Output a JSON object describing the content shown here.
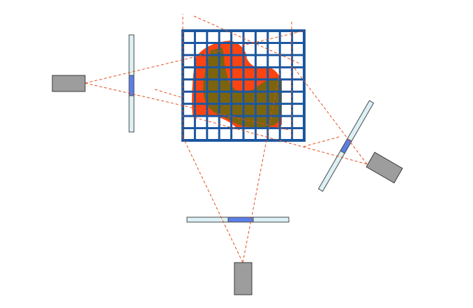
{
  "colors": {
    "background": "#ffffff",
    "grid_line": "#1c57a0",
    "grid_cell": "#ffffff",
    "occupied_region": "#fb4411",
    "object_region": "#7c640e",
    "ray": "#e0501e",
    "sensor_body": "#9d9d9d",
    "sensor_outline": "#3a3a3a",
    "image_plane": "#dcf1f5",
    "image_plane_outline": "#4a4a4a",
    "image_segment": "#5a7fe8"
  },
  "grid": {
    "columns": 10,
    "rows": 9
  },
  "sensors": [
    {
      "name": "left",
      "icon": "camera-icon"
    },
    {
      "name": "bottom",
      "icon": "camera-icon"
    },
    {
      "name": "right",
      "icon": "camera-icon"
    }
  ]
}
